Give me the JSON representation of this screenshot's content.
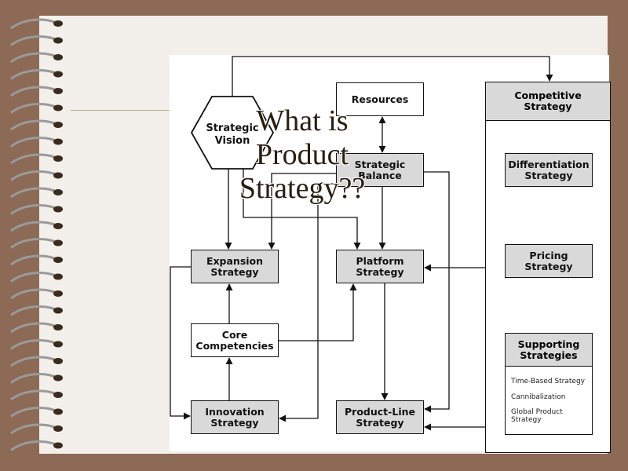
{
  "overlay_title": "What is\nProduct\nStrategy??",
  "diagram": {
    "strategic_vision": "Strategic\nVision",
    "resources": "Resources",
    "strategic_balance": "Strategic\nBalance",
    "expansion_strategy": "Expansion\nStrategy",
    "platform_strategy": "Platform\nStrategy",
    "core_competencies": "Core\nCompetencies",
    "innovation_strategy": "Innovation\nStrategy",
    "product_line_strategy": "Product-Line\nStrategy",
    "competitive_strategy": "Competitive\nStrategy",
    "differentiation_strategy": "Differentiation\nStrategy",
    "pricing_strategy": "Pricing\nStrategy",
    "supporting_strategies": {
      "title": "Supporting\nStrategies",
      "items": [
        "Time-Based Strategy",
        "Cannibalization",
        "Global Product\nStrategy"
      ]
    }
  },
  "colors": {
    "background": "#8c6a55",
    "paper": "#f3efeb",
    "box_fill": "#d9d9d9",
    "line": "#111111"
  }
}
